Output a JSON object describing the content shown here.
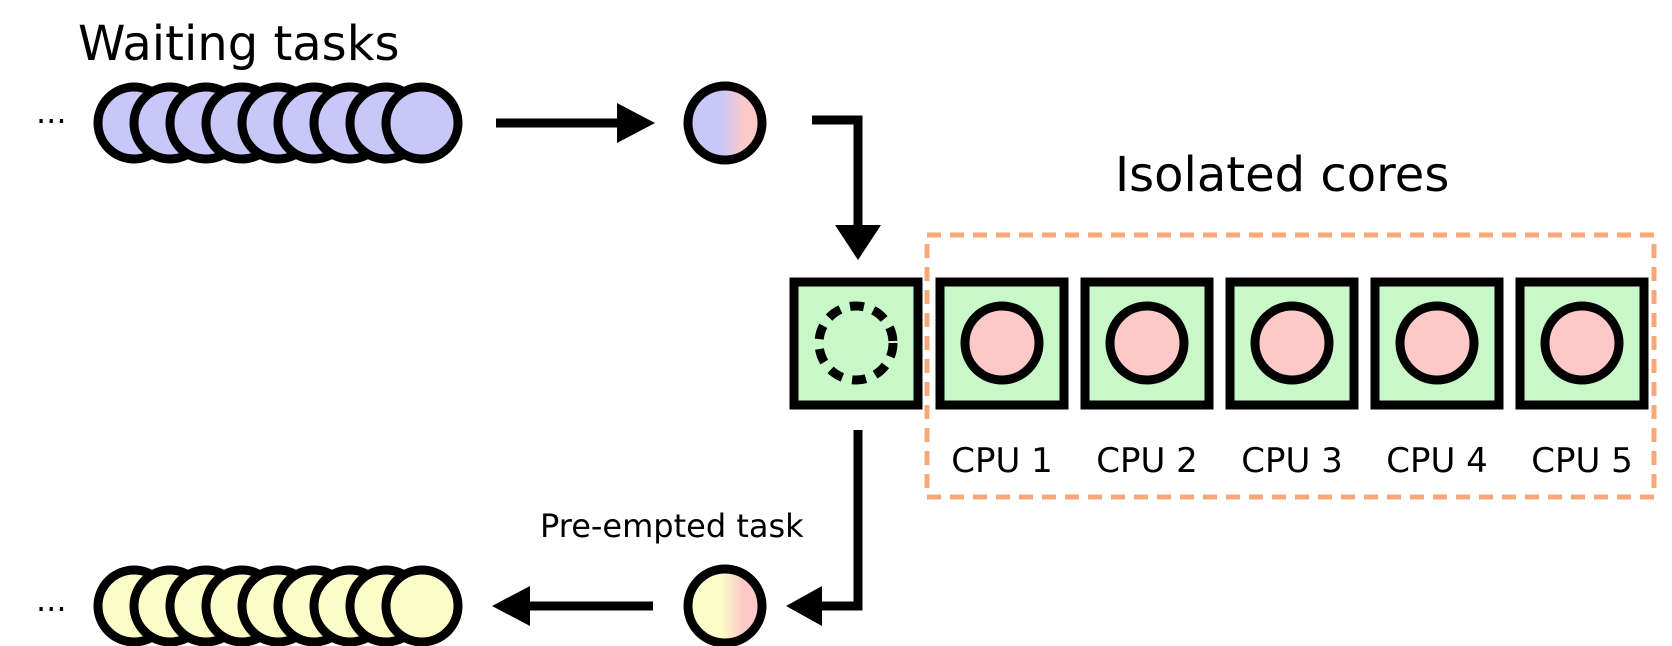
{
  "labels": {
    "waiting": "Waiting tasks",
    "isolated": "Isolated cores",
    "preempted": "Pre-empted task",
    "ellipsis_top": "...",
    "ellipsis_bottom": "..."
  },
  "cpus": [
    "CPU 1",
    "CPU 2",
    "CPU 3",
    "CPU 4",
    "CPU 5"
  ],
  "colors": {
    "waiting_task": "#c8c8f8",
    "preempted_queue": "#fcfcc8",
    "running_task": "#fcc8c8",
    "core_fill": "#c8f8c8",
    "isolated_border": "#f8a878",
    "stroke": "#000000"
  }
}
